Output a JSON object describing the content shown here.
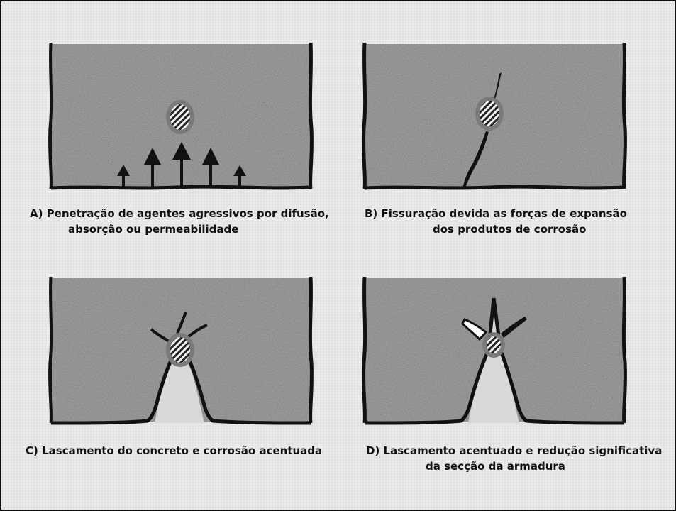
{
  "captions": {
    "a": {
      "line1": "A) Penetração de agentes agressivos por difusão,",
      "line2": "absorção ou permeabilidade"
    },
    "b": {
      "line1": "B) Fissuração devida as forças de expansão",
      "line2": "dos produtos de corrosão"
    },
    "c": {
      "line1": "C) Lascamento do concreto e corrosão acentuada"
    },
    "d": {
      "line1": "D) Lascamento acentuado e redução significativa",
      "line2": "da secção da armadura"
    }
  },
  "colors": {
    "concrete": "#9f9f9f",
    "outline": "#111111",
    "rebar_ring": "#7a7a7a",
    "spall": "#d9d9d9"
  }
}
